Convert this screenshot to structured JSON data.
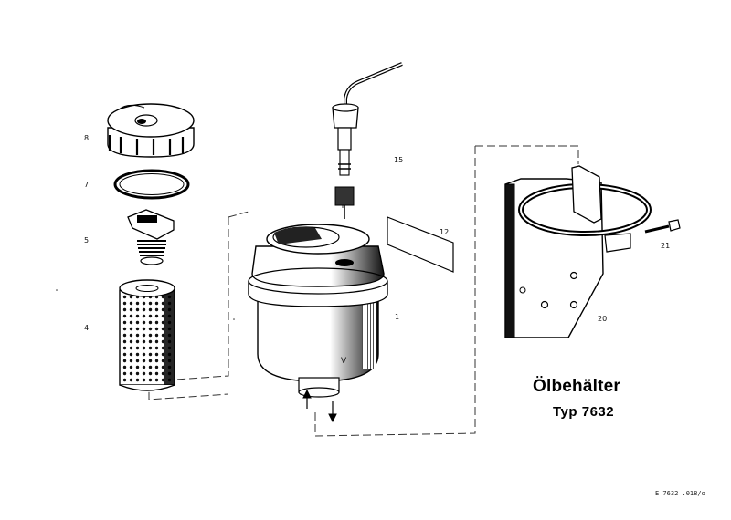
{
  "title": "Ölbehälter",
  "subtitle": "Typ 7632",
  "drawing_code": "E 7632 .018/o",
  "callouts": {
    "c8": "8",
    "c7": "7",
    "c5": "5",
    "c4": "4",
    "c15": "15",
    "c12": "12",
    "c1": "1",
    "c21": "21",
    "c20": "20",
    "cV": "V"
  },
  "parts": [
    {
      "number": "1",
      "icon": "oil-tank"
    },
    {
      "number": "4",
      "icon": "filter-cartridge"
    },
    {
      "number": "5",
      "icon": "spring-valve"
    },
    {
      "number": "7",
      "icon": "sealing-ring"
    },
    {
      "number": "8",
      "icon": "screw-cap"
    },
    {
      "number": "12",
      "icon": "label-strip"
    },
    {
      "number": "15",
      "icon": "hose-connector"
    },
    {
      "number": "20",
      "icon": "mounting-bracket"
    },
    {
      "number": "21",
      "icon": "bolt"
    }
  ]
}
